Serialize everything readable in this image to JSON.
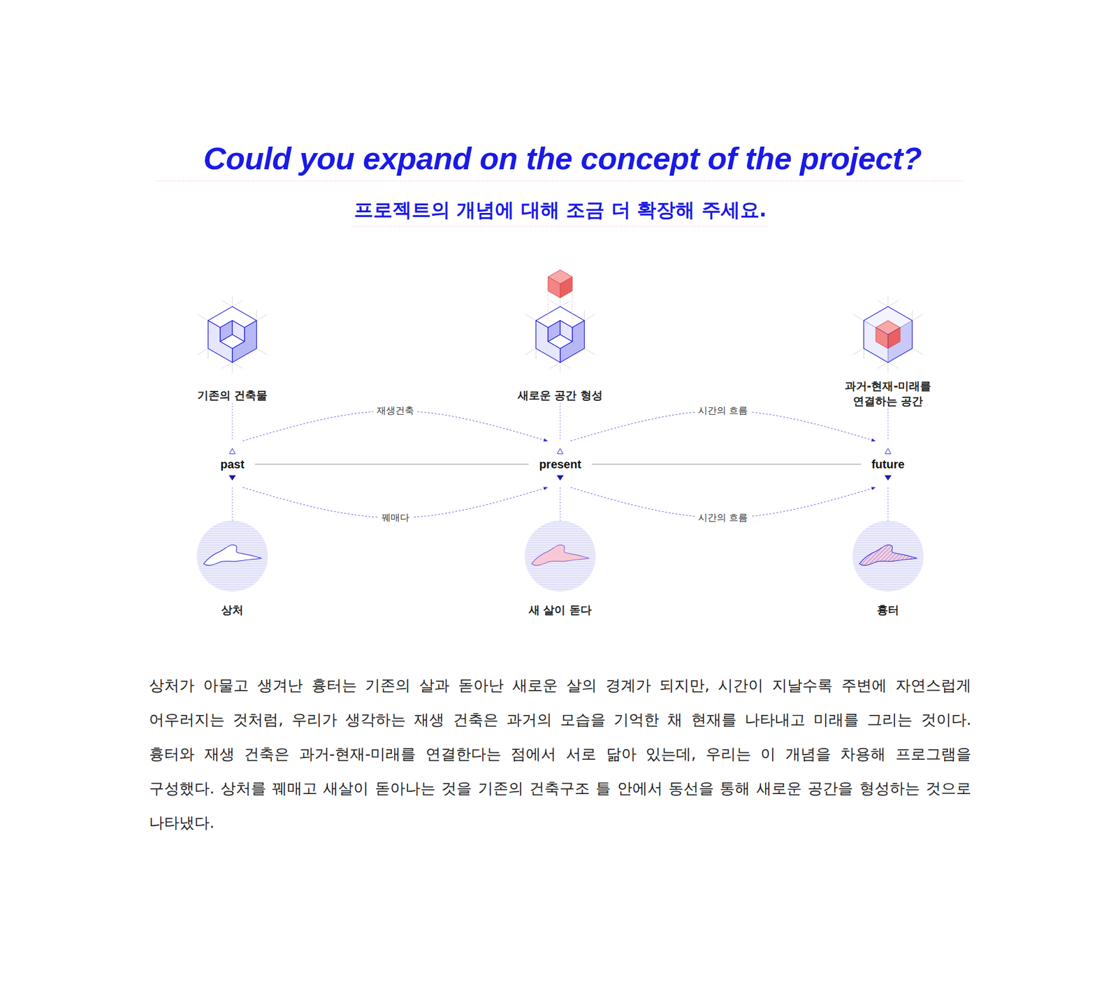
{
  "diagram": {
    "title": "Could you expand on the concept of the project?",
    "nodes": [
      {
        "text": [
          "기존의 건축물"
        ]
      },
      {
        "text": [
          "새로운 공간 형성"
        ]
      },
      {
        "text": [
          "과거-현재-미래를 연결하는 공간"
        ]
      },
      {
        "text": [
          "past"
        ]
      },
      {
        "text": [
          "present"
        ]
      },
      {
        "text": [
          "future"
        ]
      },
      {
        "text": [
          "상처"
        ]
      },
      {
        "text": [
          "새 살이 돋다"
        ]
      },
      {
        "text": [
          "흉터"
        ]
      }
    ],
    "edges": [
      {
        "from": 3,
        "to": 4,
        "label": "재생건축",
        "arrow": "to"
      },
      {
        "from": 4,
        "to": 5,
        "label": "시간의 흐름",
        "arrow": "to"
      },
      {
        "from": 3,
        "to": 4,
        "arrow": "none"
      },
      {
        "from": 4,
        "to": 5,
        "arrow": "none"
      },
      {
        "from": 3,
        "to": 4,
        "label": "꿰매다",
        "arrow": "to"
      },
      {
        "from": 4,
        "to": 5,
        "label": "시간의 흐름",
        "arrow": "to"
      },
      {
        "from": 0,
        "to": 3,
        "arrow": "none"
      },
      {
        "from": 1,
        "to": 4,
        "arrow": "none"
      },
      {
        "from": 2,
        "to": 5,
        "arrow": "none"
      },
      {
        "from": 3,
        "to": 6,
        "arrow": "none"
      },
      {
        "from": 4,
        "to": 7,
        "arrow": "none"
      },
      {
        "from": 5,
        "to": 8,
        "arrow": "none"
      }
    ],
    "labels": [
      "프로젝트의 개념에 대해 조금 더 확장해 주세요.",
      "상처가 아물고 생겨난 흉터는 기존의 살과 돋아난 새로운 살의 경계가 되지만, 시간이 지날수록 주변에 자연스럽게 어우러지는 것처럼, 우리가 생각하는 재생 건축은 과거의 모습을 기억한 채 현재를 나타내고 미래를 그리는 것이다. 흉터와 재생 건축은 과거-현재-미래를 연결한다는 점에서 서로 닮아 있는데, 우리는 이 개념을 차용해 프로그램을 구성했다. 상처를 꿰매고 새살이 돋아나는 것을 기존의 건축구조 틀 안에서 동선을 통해 새로운 공간을 형성하는 것으로 나타냈다."
    ]
  }
}
